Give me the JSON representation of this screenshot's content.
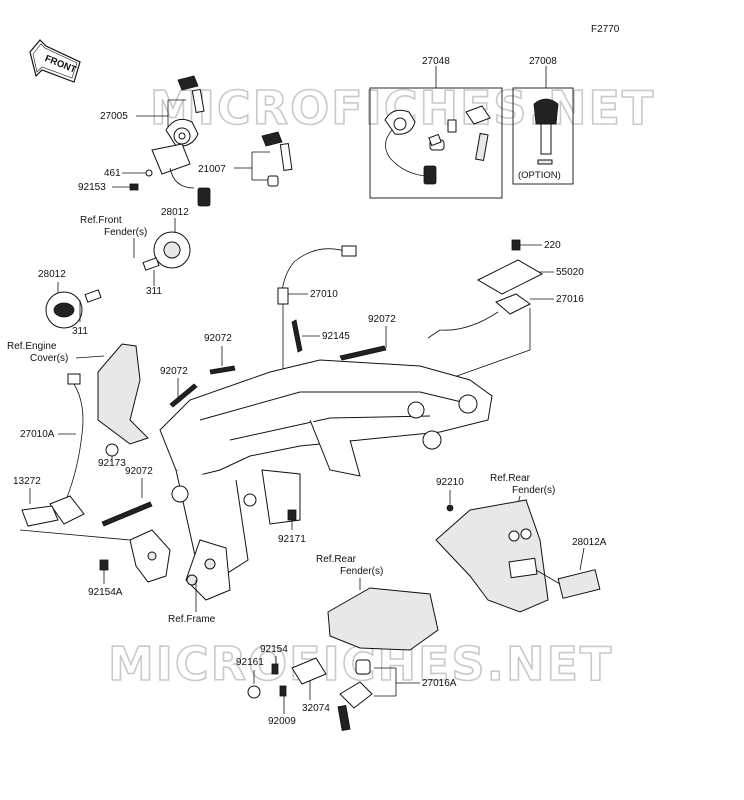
{
  "diagram_code": "F2770",
  "watermark": "MICROFICHES.NET",
  "direction_arrow": {
    "label": "FRONT",
    "icon": "front-arrow-icon"
  },
  "option_label": "(OPTION)",
  "part_numbers": {
    "p27048": "27048",
    "p27008": "27008",
    "p27005": "27005",
    "p21007": "21007",
    "p461": "461",
    "p92153": "92153",
    "p28012_top": "28012",
    "p28012_left": "28012",
    "p311_a": "311",
    "p311_b": "311",
    "p220": "220",
    "p55020": "55020",
    "p27016": "27016",
    "p27010": "27010",
    "p92145": "92145",
    "p92072_a": "92072",
    "p92072_b": "92072",
    "p92072_c": "92072",
    "p92072_d": "92072",
    "p27010A": "27010A",
    "p92173": "92173",
    "p13272": "13272",
    "p92210": "92210",
    "p28012A": "28012A",
    "p92171": "92171",
    "p92154A": "92154A",
    "p92154": "92154",
    "p92161": "92161",
    "p32074": "32074",
    "p27016A": "27016A",
    "p92009": "92009"
  },
  "references": {
    "front_fender_l1": "Ref.Front",
    "front_fender_l2": "Fender(s)",
    "engine_cover_l1": "Ref.Engine",
    "engine_cover_l2": "Cover(s)",
    "rear_fender_a_l1": "Ref.Rear",
    "rear_fender_a_l2": "Fender(s)",
    "rear_fender_b_l1": "Ref.Rear",
    "rear_fender_b_l2": "Fender(s)",
    "frame": "Ref.Frame"
  }
}
